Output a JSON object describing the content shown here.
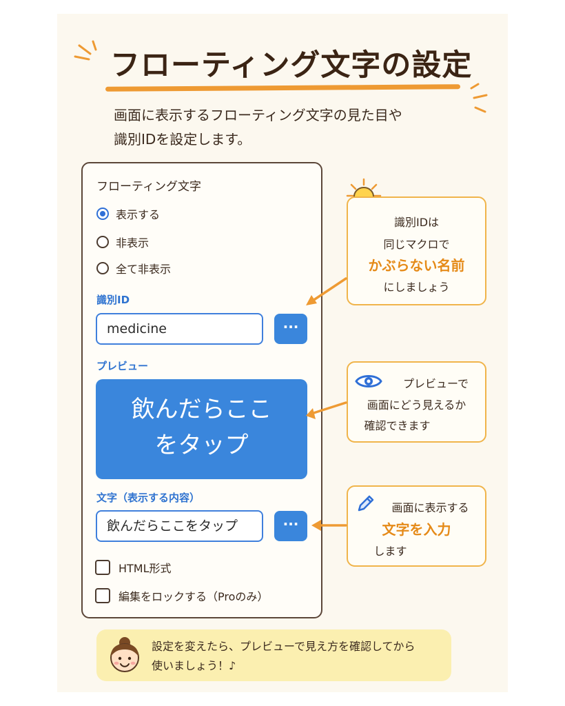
{
  "title": "フローティング文字の設定",
  "subtitle": {
    "line1": "画面に表示するフローティング文字の見た目や",
    "line2": "識別IDを設定します。"
  },
  "panel": {
    "heading": "フローティング文字",
    "options": [
      {
        "label": "表示する",
        "checked": true
      },
      {
        "label": "非表示",
        "checked": false
      },
      {
        "label": "全て非表示",
        "checked": false
      }
    ],
    "id_label": "識別ID",
    "id_value": "medicine",
    "dots_label": "···",
    "preview_label": "プレビュー",
    "preview_line1": "飲んだらここ",
    "preview_line2": "をタップ",
    "text_label": "文字（表示する内容）",
    "text_value": "飲んだらここをタップ",
    "checkboxes": [
      {
        "label": "HTML形式",
        "checked": false
      },
      {
        "label": "編集をロックする（Proのみ）",
        "checked": false
      }
    ]
  },
  "callouts": {
    "id_tip": {
      "line1": "識別IDは",
      "line2": "同じマクロで",
      "highlight": "かぶらない名前",
      "line4": "にしましょう"
    },
    "preview_tip": {
      "line1": "プレビューで",
      "line2": "画面にどう見えるか",
      "line3": "確認できます"
    },
    "text_tip": {
      "line1": "画面に表示する",
      "highlight": "文字を入力",
      "line3": "します"
    }
  },
  "footer": {
    "line1": "設定を変えたら、プレビューで見え方を確認してから",
    "line2": "使いましょう！♪"
  },
  "colors": {
    "accent_blue": "#3a86dc",
    "accent_orange": "#e58a18",
    "banner_yellow": "#fbefb0"
  },
  "icons": [
    "lightbulb-icon",
    "eye-icon",
    "pencil-icon",
    "girl-face-icon"
  ]
}
